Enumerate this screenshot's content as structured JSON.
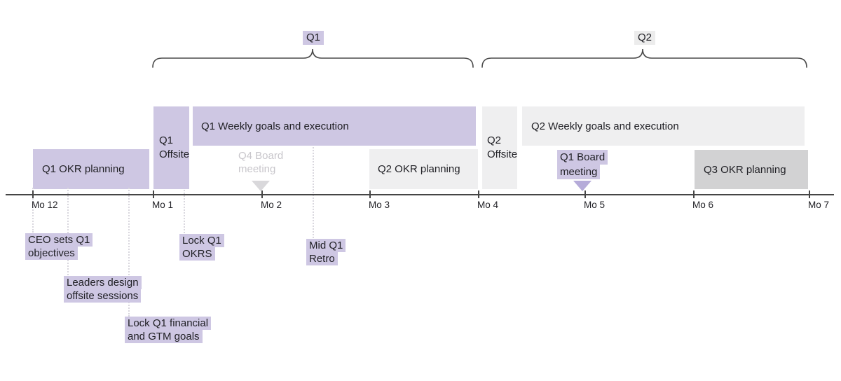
{
  "quarter_groups": {
    "q1": {
      "label": "Q1"
    },
    "q2": {
      "label": "Q2"
    }
  },
  "bars": {
    "q1_okr": {
      "label": "Q1 OKR planning"
    },
    "q1_offsite": {
      "line1": "Q1",
      "line2": "Offsite"
    },
    "q1_weekly": {
      "label": "Q1 Weekly goals and execution"
    },
    "q2_okr": {
      "label": "Q2 OKR planning"
    },
    "q2_offsite": {
      "line1": "Q2",
      "line2": "Offsite"
    },
    "q2_weekly": {
      "label": "Q2 Weekly goals and execution"
    },
    "q3_okr": {
      "label": "Q3 OKR planning"
    }
  },
  "markers": {
    "q4_board": {
      "line1": "Q4 Board",
      "line2": "meeting"
    },
    "q1_board": {
      "line1": "Q1 Board",
      "line2": "meeting"
    }
  },
  "axis": {
    "ticks": [
      "Mo 12",
      "Mo 1",
      "Mo 2",
      "Mo 3",
      "Mo 4",
      "Mo 5",
      "Mo 6",
      "Mo 7"
    ]
  },
  "milestones": {
    "ceo": {
      "line1": "CEO sets Q1",
      "line2": "objectives"
    },
    "leaders": {
      "line1": "Leaders design",
      "line2": "offsite sessions"
    },
    "lock_financial": {
      "line1": "Lock Q1 financial",
      "line2": "and GTM goals"
    },
    "lock_okrs": {
      "line1": "Lock Q1",
      "line2": "OKRS"
    },
    "mid_retro": {
      "line1": "Mid Q1",
      "line2": "Retro"
    }
  },
  "colors": {
    "purple": "#cec7e3",
    "light_gray": "#efeff0",
    "mid_gray": "#d2d2d3",
    "muted_text": "#c8c6cb",
    "purple_triangle": "#b5abd9",
    "line": "#454545",
    "text": "#212126"
  }
}
